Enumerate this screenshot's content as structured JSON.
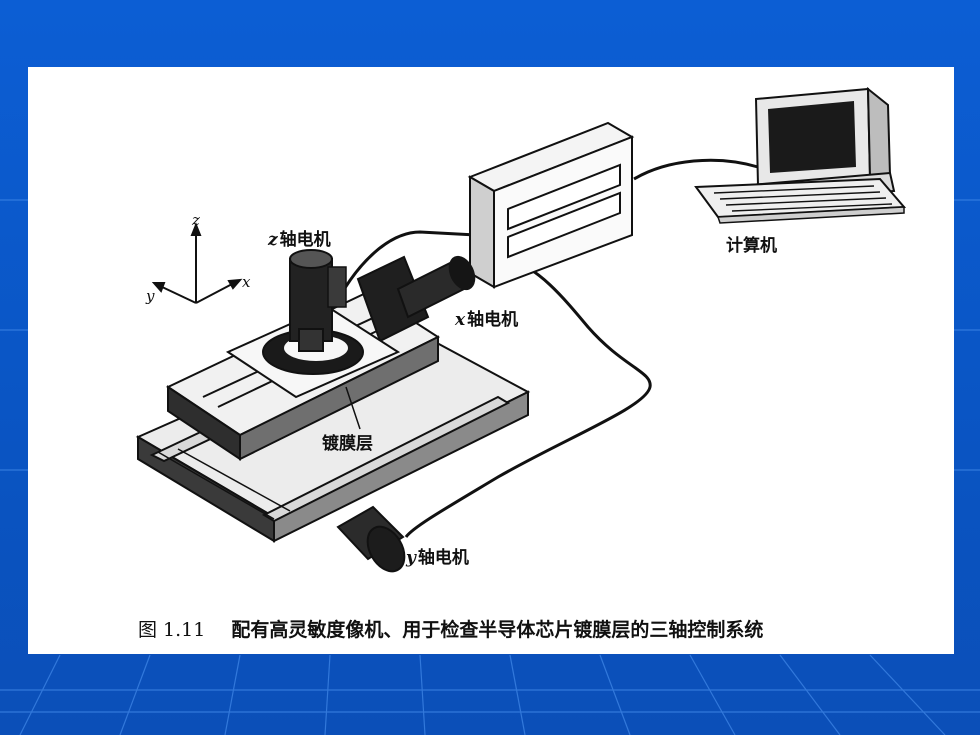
{
  "diagram": {
    "axes": {
      "z": "z",
      "x": "x",
      "y": "y"
    },
    "labels": {
      "z_motor_axis": "z",
      "z_motor_text": "轴电机",
      "x_motor_axis": "x",
      "x_motor_text": "轴电机",
      "y_motor_axis": "y",
      "y_motor_text": "轴电机",
      "computer": "计算机",
      "coating_layer": "镀膜层"
    },
    "caption": {
      "number": "图 1.11",
      "text": "配有高灵敏度像机、用于检查半导体芯片镀膜层的三轴控制系统"
    }
  },
  "colors": {
    "slide_background": "#0a57c9",
    "figure_background": "#ffffff",
    "ink": "#111111"
  }
}
